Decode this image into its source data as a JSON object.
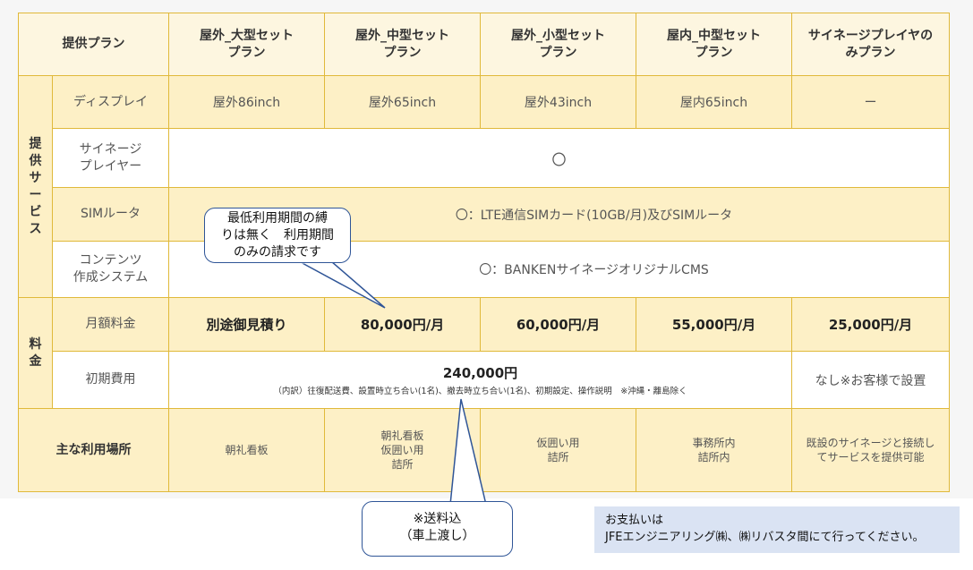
{
  "table": {
    "corner": "提供プラン",
    "columns": [
      "屋外_大型セット\nプラン",
      "屋外_中型セット\nプラン",
      "屋外_小型セット\nプラン",
      "屋内_中型セット\nプラン",
      "サイネージプレイヤの\nみプラン"
    ],
    "groups": {
      "service": "提\n供\nサ\nー\nビ\nス",
      "fee": "料\n金"
    },
    "rows": {
      "display": {
        "label": "ディスプレイ",
        "values": [
          "屋外86inch",
          "屋外65inch",
          "屋外43inch",
          "屋内65inch",
          "ー"
        ]
      },
      "player": {
        "label": "サイネージ\nプレイヤー",
        "value": "〇"
      },
      "sim": {
        "label": "SIMルータ",
        "value": "〇：LTE通信SIMカード(10GB/月)及びSIMルータ"
      },
      "cms": {
        "label": "コンテンツ\n作成システム",
        "value": "〇：BANKENサイネージオリジナルCMS"
      },
      "monthly": {
        "label": "月額料金",
        "values": [
          "別途御見積り",
          "80,000円/月",
          "60,000円/月",
          "55,000円/月",
          "25,000円/月"
        ]
      },
      "initial": {
        "label": "初期費用",
        "amount": "240,000円",
        "note": "（内訳）往復配送費、設置時立ち合い(1名)、撤去時立ち合い(1名)、初期設定、操作説明　※沖縄・離島除く",
        "last": "なし※お客様で設置"
      },
      "usage": {
        "label": "主な利用場所",
        "values": [
          "朝礼看板",
          "朝礼看板\n仮囲い用\n詰所",
          "仮囲い用\n詰所",
          "事務所内\n詰所内",
          "既設のサイネージと接続し\nてサービスを提供可能"
        ]
      }
    }
  },
  "callouts": {
    "min_period": "最低利用期間の縛\nりは無く　利用期間\nのみの請求です",
    "shipping": "※送料込\n（車上渡し）"
  },
  "payment_note": "お支払いは\nJFEエンジニアリング㈱、㈱リバスタ間にて行ってください。",
  "colors": {
    "border": "#e0b93a",
    "yellow_fill": "#fdf0c6",
    "callout_border": "#2f5597",
    "payment_bg": "#dae3f3"
  }
}
